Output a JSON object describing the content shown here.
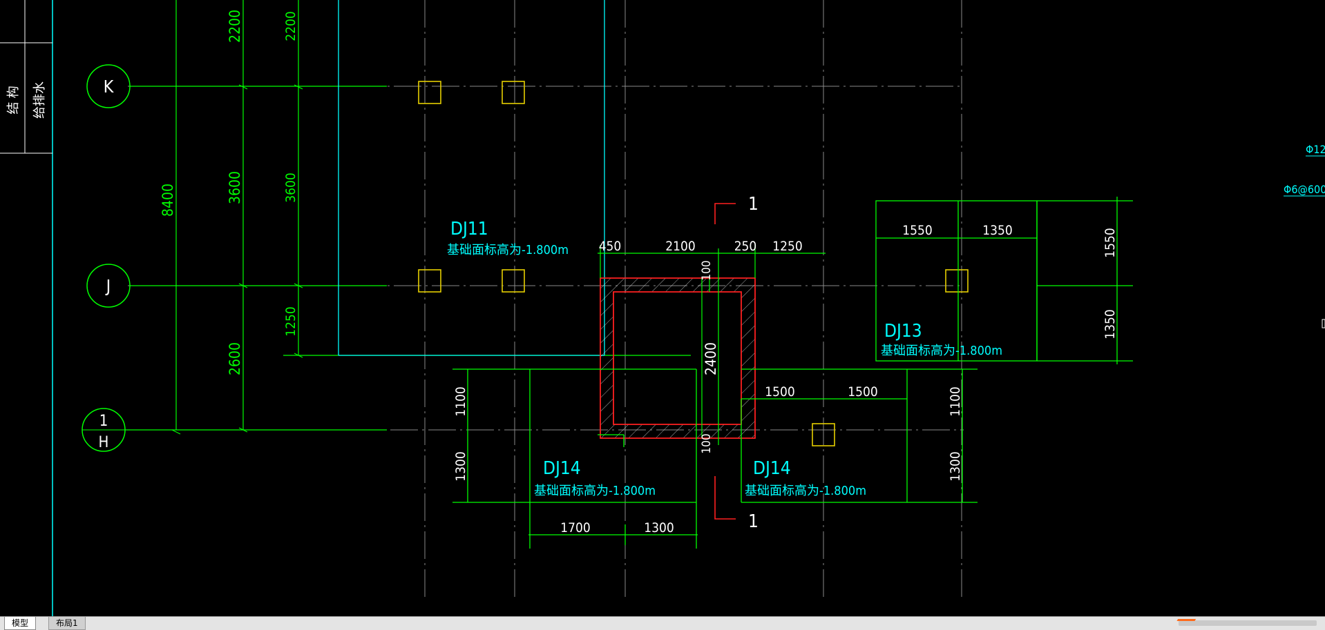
{
  "title_block": {
    "discipline_1": "结 构",
    "discipline_2": "给排水"
  },
  "grid_axes": [
    {
      "label": "K"
    },
    {
      "label": "J"
    },
    {
      "label": "1",
      "sub": "H"
    }
  ],
  "dimensions": {
    "vertical": {
      "d8400": "8400",
      "d2200a": "2200",
      "d2200b": "2200",
      "d3600a": "3600",
      "d3600b": "3600",
      "d2600": "2600",
      "d1250": "1250",
      "d2400": "2400",
      "d100a": "100",
      "d100b": "100",
      "d1100a": "1100",
      "d1300a": "1300",
      "d1100b": "1100",
      "d1300b": "1300",
      "d1550": "1550",
      "d1350": "1350"
    },
    "horizontal": {
      "d450": "450",
      "d2100": "2100",
      "d250": "250",
      "d1250": "1250",
      "d1550": "1550",
      "d1350": "1350",
      "d1500a": "1500",
      "d1500b": "1500",
      "d1700": "1700",
      "d1300": "1300"
    }
  },
  "foundations": [
    {
      "name": "DJ11",
      "elevation": "基础面标高为-1.800m"
    },
    {
      "name": "DJ13",
      "elevation": "基础面标高为-1.800m"
    },
    {
      "name": "DJ14",
      "elevation": "基础面标高为-1.800m"
    },
    {
      "name": "DJ14",
      "elevation": "基础面标高为-1.800m"
    }
  ],
  "section_mark": {
    "top": "1",
    "bottom": "1"
  },
  "rebar_notes": {
    "note1": "Φ12",
    "note2": "Φ6@600"
  },
  "tabs": [
    {
      "label": "模型",
      "active": true
    },
    {
      "label": "布局1",
      "active": false
    }
  ],
  "colors": {
    "background": "#000000",
    "grid_line": "#8a8a8a",
    "dimension": "#00ff00",
    "text": "#00ffff",
    "column": "#ffff00",
    "wall": "#ff2020",
    "section_mark": "#ff2020",
    "frame": "#ffffff"
  }
}
